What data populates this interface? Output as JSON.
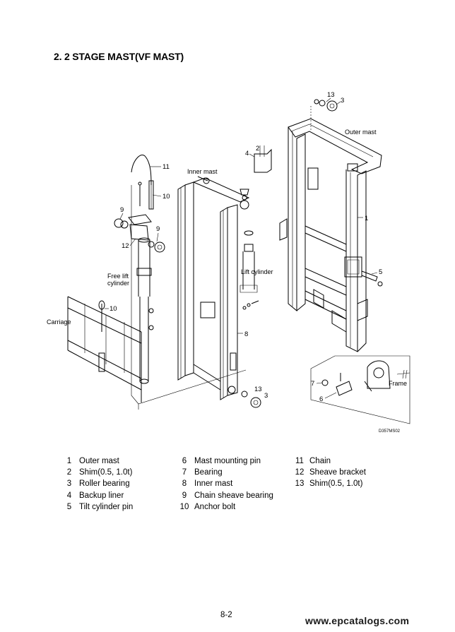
{
  "title": "2. 2 STAGE MAST(VF MAST)",
  "diagram": {
    "drawing_code": "D357MS02",
    "labels": {
      "outer_mast": "Outer mast",
      "inner_mast": "Inner mast",
      "free_lift_cylinder_line1": "Free lift",
      "free_lift_cylinder_line2": "cylinder",
      "lift_cylinder": "Lift cylinder",
      "carriage": "Carriage",
      "frame": "Frame"
    },
    "callouts": [
      "13",
      "3",
      "2",
      "4",
      "11",
      "10",
      "9",
      "9",
      "12",
      "10",
      "8",
      "1",
      "5",
      "13",
      "3",
      "7",
      "6"
    ]
  },
  "legend": [
    {
      "num": "1",
      "text": "Outer mast"
    },
    {
      "num": "6",
      "text": "Mast mounting pin"
    },
    {
      "num": "11",
      "text": "Chain"
    },
    {
      "num": "2",
      "text": "Shim(0.5, 1.0t)"
    },
    {
      "num": "7",
      "text": "Bearing"
    },
    {
      "num": "12",
      "text": "Sheave bracket"
    },
    {
      "num": "3",
      "text": "Roller bearing"
    },
    {
      "num": "8",
      "text": "Inner mast"
    },
    {
      "num": "13",
      "text": "Shim(0.5, 1.0t)"
    },
    {
      "num": "4",
      "text": "Backup liner"
    },
    {
      "num": "9",
      "text": "Chain sheave bearing"
    },
    {
      "num": "",
      "text": ""
    },
    {
      "num": "5",
      "text": "Tilt cylinder pin"
    },
    {
      "num": "10",
      "text": "Anchor bolt"
    },
    {
      "num": "",
      "text": ""
    }
  ],
  "page_number": "8-2",
  "watermark": "www.epcatalogs.com"
}
